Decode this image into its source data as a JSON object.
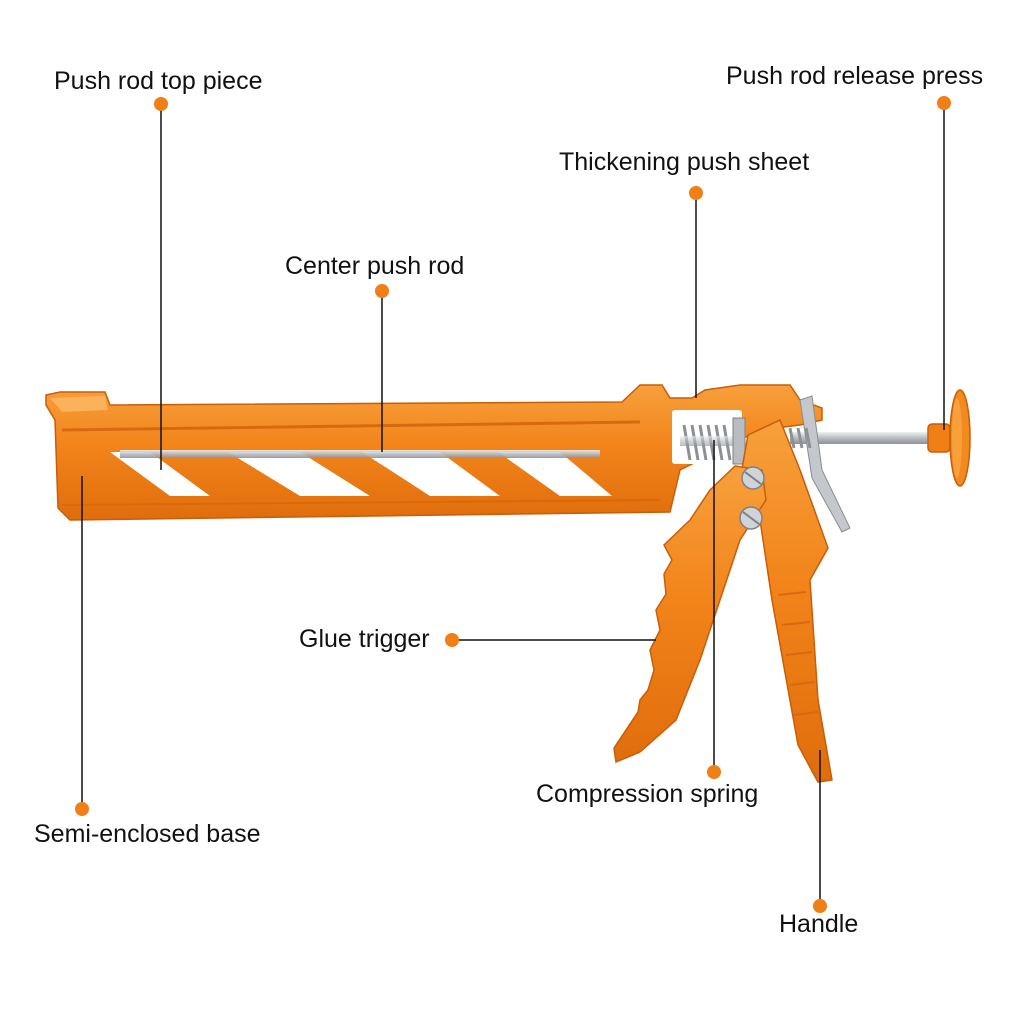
{
  "colors": {
    "accent": "#f07f16",
    "body": "#f28a1f",
    "body_dark": "#d96a10",
    "metal": "#c9ccd0",
    "text": "#111111",
    "leader": "#111111"
  },
  "labels": {
    "push_rod_top_piece": "Push rod top piece",
    "push_rod_release_press": "Push rod release press",
    "thickening_push_sheet": "Thickening push sheet",
    "center_push_rod": "Center push rod",
    "glue_trigger": "Glue trigger",
    "compression_spring": "Compression spring",
    "semi_enclosed_base": "Semi-enclosed base",
    "handle": "Handle"
  }
}
